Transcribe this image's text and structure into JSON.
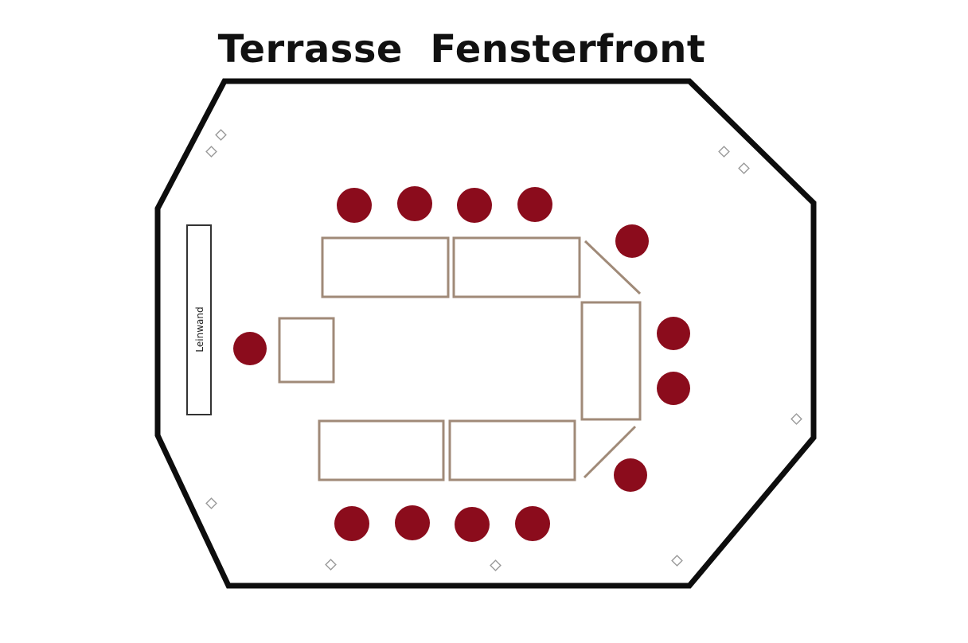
{
  "title": "Terrasse  Fensterfront",
  "screen_label": "Leinwand",
  "colors": {
    "wall": "#0d0d0d",
    "table": "#a08a78",
    "chair": "#8b0c1c",
    "light": "#9a9a9a"
  },
  "icons": {
    "chair": "filled-circle",
    "light": "diamond"
  }
}
